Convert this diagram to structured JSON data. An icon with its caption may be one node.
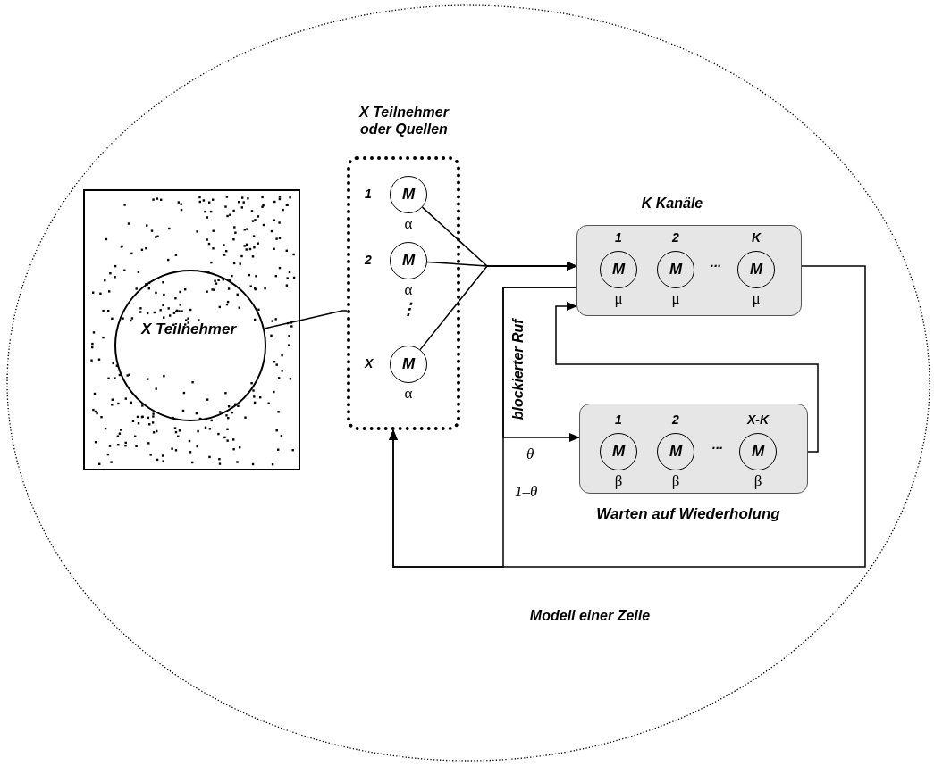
{
  "diagram": {
    "nodes": [
      {
        "text": [
          "Modell einer Zelle"
        ]
      },
      {
        "text": [],
        "shape": "box",
        "in": 0
      },
      {
        "text": [
          "X Teilnehmer"
        ],
        "in": 1
      },
      {
        "text": [
          "X Teilnehmer oder Quellen"
        ],
        "in": 0
      },
      {
        "text": [
          "M"
        ],
        "in": 3,
        "beside": [
          "1",
          "α"
        ]
      },
      {
        "text": [
          "M"
        ],
        "in": 3,
        "beside": [
          "2",
          "α"
        ]
      },
      {
        "text": [
          "M"
        ],
        "in": 3,
        "beside": [
          "X",
          "α"
        ]
      },
      {
        "text": [
          "K Kanäle"
        ],
        "in": 0
      },
      {
        "text": [
          "M"
        ],
        "in": 7,
        "beside": [
          "1",
          "μ"
        ]
      },
      {
        "text": [
          "M"
        ],
        "in": 7,
        "beside": [
          "2",
          "μ"
        ]
      },
      {
        "text": [
          "M"
        ],
        "in": 7,
        "beside": [
          "K",
          "μ"
        ]
      },
      {
        "text": [
          "Warten auf Wiederholung"
        ],
        "in": 0
      },
      {
        "text": [
          "M"
        ],
        "in": 11,
        "beside": [
          "1",
          "β"
        ]
      },
      {
        "text": [
          "M"
        ],
        "in": 11,
        "beside": [
          "2",
          "β"
        ]
      },
      {
        "text": [
          "M"
        ],
        "in": 11,
        "beside": [
          "X-K",
          "β"
        ]
      }
    ],
    "edges": [
      {
        "from": 2,
        "to": 3,
        "arrow": "none"
      },
      {
        "from": 4,
        "to": 7,
        "arrow": "to"
      },
      {
        "from": 5,
        "to": 7,
        "arrow": "to"
      },
      {
        "from": 6,
        "to": 7,
        "arrow": "to"
      },
      {
        "from": 7,
        "to": 11,
        "arrow": "to",
        "label": "θ"
      },
      {
        "from": 7,
        "to": 3,
        "arrow": "to",
        "label": "1–θ"
      },
      {
        "from": 7,
        "to": 3,
        "arrow": "to"
      },
      {
        "from": 11,
        "to": 7,
        "arrow": "to"
      }
    ],
    "labels": [
      "⋮",
      "...",
      "blockierter Ruf",
      "..."
    ]
  }
}
